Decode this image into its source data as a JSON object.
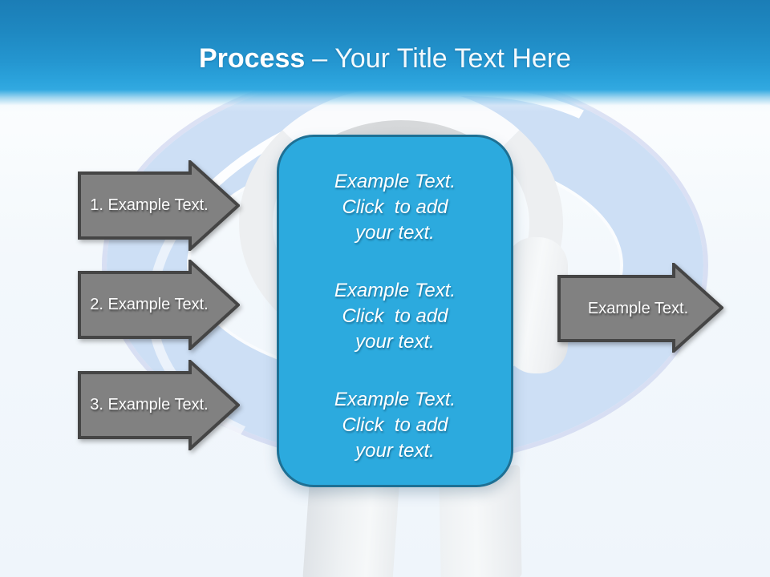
{
  "slide": {
    "title": {
      "lead": "Process",
      "dash": "–",
      "tail": "Your Title Text Here"
    },
    "left_arrows": [
      {
        "label": "1. Example Text."
      },
      {
        "label": "2. Example Text."
      },
      {
        "label": "3. Example Text."
      }
    ],
    "center_box": {
      "blocks": [
        {
          "lines": [
            "Example Text.",
            "Click  to add",
            "your text."
          ]
        },
        {
          "lines": [
            "Example Text.",
            "Click  to add",
            "your text."
          ]
        },
        {
          "lines": [
            "Example Text.",
            "Click  to add",
            "your text."
          ]
        }
      ]
    },
    "right_arrow": {
      "label": "Example Text."
    },
    "colors": {
      "header_top": "#1b7db6",
      "header_bottom": "#32a9e1",
      "arrow_fill": "#818181",
      "arrow_border": "#454545",
      "box_fill": "#2caade",
      "box_border": "#1e7094",
      "ring": "#cddff5"
    }
  }
}
